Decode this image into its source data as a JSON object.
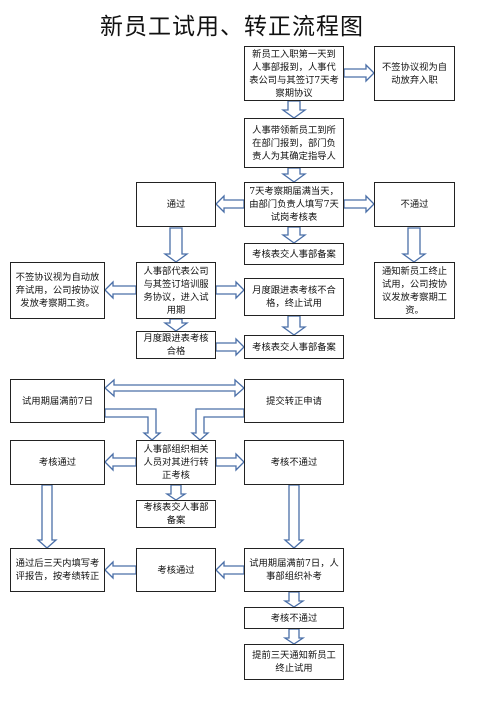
{
  "title": "新员工试用、转正流程图",
  "colors": {
    "arrow_stroke": "#4a6fa8",
    "arrow_fill": "#ffffff",
    "box_border": "#222222"
  },
  "nodes": {
    "start": "新员工入职第一天到人事部报到，人事代表公司与其签订7天考察期协议",
    "no_agreement_1": "不签协议视为自动放弃入职",
    "lead_to_dept": "人事带领新员工到所在部门报到，部门负责人为其确定指导人",
    "probation_7day": "7天考察期届满当天，由部门负责人填写7天试岗考核表",
    "pass_1": "通过",
    "fail_1": "不通过",
    "file_hr_1": "考核表交人事部备案",
    "no_agreement_2": "不签协议视为自动放弃试用，公司按协议发放考察期工资。",
    "sign_training": "人事部代表公司与其签订培训服务协议，进入试用期",
    "monthly_fail": "月度跟进表考核不合格，终止试用",
    "notify_terminate": "通知新员工终止试用，公司按协议发放考察期工资。",
    "monthly_pass": "月度跟进表考核合格",
    "file_hr_2": "考核表交人事部备案",
    "probation_end_7": "试用期届满前7日",
    "submit_regular": "提交转正申请",
    "exam_pass": "考核通过",
    "hr_review": "人事部组织相关人员对其进行转正考核",
    "exam_fail": "考核不通过",
    "file_hr_3": "考核表交人事部备案",
    "report_3day": "通过后三天内填写考评报告，按考绩转正",
    "makeup_pass": "考核通过",
    "makeup_exam": "试用期届满前7日，人事部组织补考",
    "makeup_fail": "考核不通过",
    "notify_3day": "提前三天通知新员工终止试用"
  }
}
